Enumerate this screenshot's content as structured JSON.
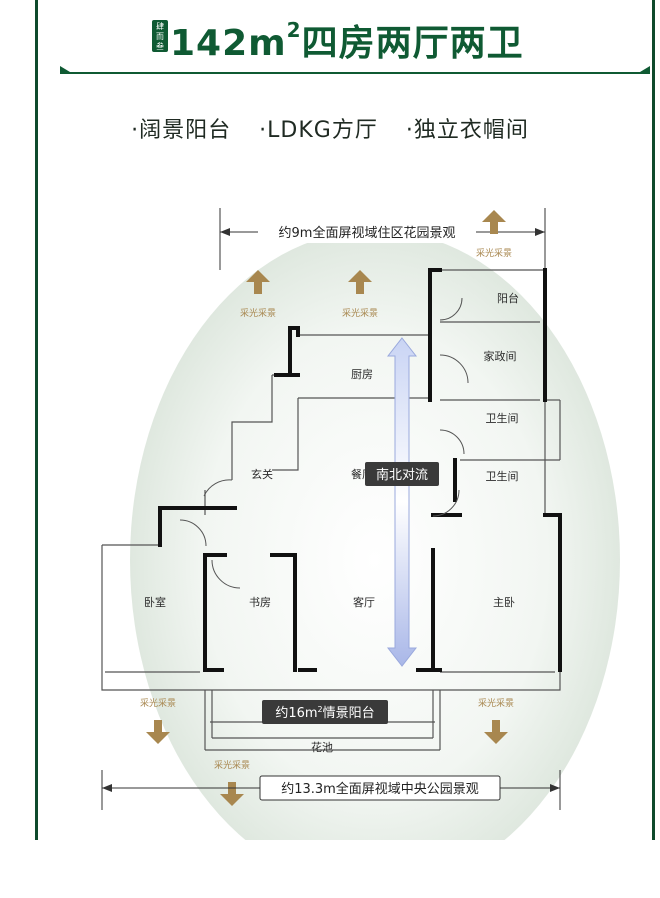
{
  "header": {
    "logo_text": "肆\n而\n叁",
    "title_main": "142m",
    "title_sup": "2",
    "title_rest": "四房两厅两卫"
  },
  "features": [
    "·阔景阳台",
    "·LDKG方厅",
    "·独立衣帽间"
  ],
  "plan": {
    "top_view_label": "约9m全面屏视域住区花园景观",
    "bottom_view_label": "约13.3m全面屏视域中央公园景观",
    "ventilation_label": "南北对流",
    "balcony_label_main": "约16m",
    "balcony_label_sup": "2",
    "balcony_label_rest": "情景阳台",
    "light_tag": "采光采景",
    "rooms": {
      "balcony": "阳台",
      "housekeeping": "家政间",
      "kitchen": "厨房",
      "bathroom_1": "卫生间",
      "bathroom_2": "卫生间",
      "entrance": "玄关",
      "dining": "餐厅",
      "bedroom": "卧室",
      "study": "书房",
      "living": "客厅",
      "master": "主卧",
      "planter": "花池"
    }
  },
  "colors": {
    "brand_green": "#0f5a33",
    "arrow_gold": "#a8874f",
    "arrow_blue": "#a9b7e8",
    "label_dark": "#2b2b2b"
  }
}
